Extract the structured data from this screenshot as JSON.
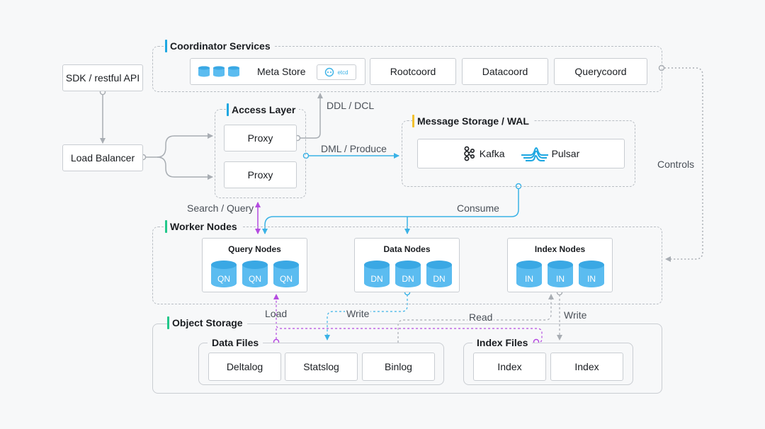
{
  "colors": {
    "accent_blue": "#1ea7e1",
    "accent_green": "#22c78a",
    "accent_yellow": "#f2c12e",
    "flow_blue": "#3ab2e6",
    "flow_purple": "#b44be0",
    "flow_gray": "#a8adb3",
    "cylinder_fill": "#5bbcf0"
  },
  "client": {
    "sdk": "SDK / restful API",
    "load_balancer": "Load Balancer"
  },
  "coordinator": {
    "title": "Coordinator Services",
    "meta_store": "Meta Store",
    "etcd": "etcd",
    "rootcoord": "Rootcoord",
    "datacoord": "Datacoord",
    "querycoord": "Querycoord"
  },
  "access": {
    "title": "Access Layer",
    "proxy1": "Proxy",
    "proxy2": "Proxy"
  },
  "message": {
    "title": "Message Storage / WAL",
    "kafka": "Kafka",
    "pulsar": "Pulsar"
  },
  "worker": {
    "title": "Worker Nodes",
    "query_nodes": {
      "title": "Query Nodes",
      "labels": [
        "QN",
        "QN",
        "QN"
      ]
    },
    "data_nodes": {
      "title": "Data Nodes",
      "labels": [
        "DN",
        "DN",
        "DN"
      ]
    },
    "index_nodes": {
      "title": "Index Nodes",
      "labels": [
        "IN",
        "IN",
        "IN"
      ]
    }
  },
  "object_storage": {
    "title": "Object Storage",
    "data_files": {
      "title": "Data Files",
      "items": [
        "Deltalog",
        "Statslog",
        "Binlog"
      ]
    },
    "index_files": {
      "title": "Index Files",
      "items": [
        "Index",
        "Index"
      ]
    }
  },
  "edges": {
    "ddl_dcl": "DDL / DCL",
    "dml_produce": "DML / Produce",
    "search_query": "Search / Query",
    "consume": "Consume",
    "controls": "Controls",
    "load": "Load",
    "write_data": "Write",
    "read": "Read",
    "write_index": "Write"
  }
}
